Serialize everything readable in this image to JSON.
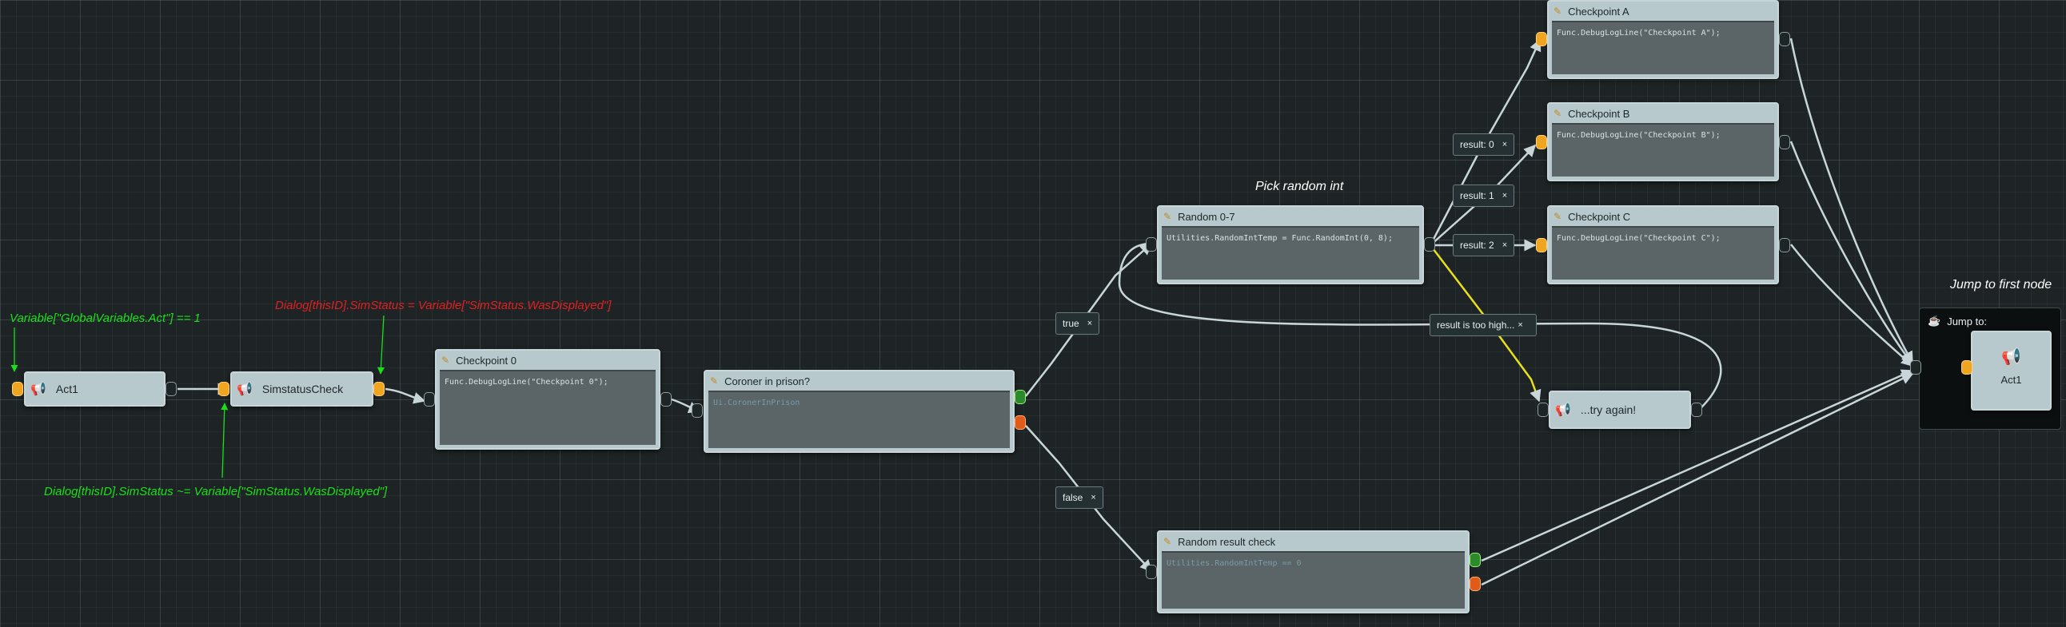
{
  "annotations": {
    "act_condition": "Variable[\"GlobalVariables.Act\"] == 1",
    "sim_status_set": "Dialog[thisID].SimStatus = Variable[\"SimStatus.WasDisplayed\"]",
    "sim_status_check": "Dialog[thisID].SimStatus ~= Variable[\"SimStatus.WasDisplayed\"]",
    "pick_random": "Pick random int",
    "jump_first": "Jump to first node"
  },
  "nodes": {
    "act1": {
      "title": "Act1"
    },
    "simstatus": {
      "title": "SimstatusCheck"
    },
    "checkpoint0": {
      "title": "Checkpoint 0",
      "code": "Func.DebugLogLine(\"Checkpoint 0\");"
    },
    "coroner": {
      "title": "Coroner in prison?",
      "code": "Ui.CoronerInPrison"
    },
    "random07": {
      "title": "Random 0-7",
      "code": "Utilities.RandomIntTemp = Func.RandomInt(0, 8);"
    },
    "random_check": {
      "title": "Random result check",
      "code": "Utilities.RandomIntTemp == 0"
    },
    "checkpointA": {
      "title": "Checkpoint A",
      "code": "Func.DebugLogLine(\"Checkpoint A\");"
    },
    "checkpointB": {
      "title": "Checkpoint B",
      "code": "Func.DebugLogLine(\"Checkpoint B\");"
    },
    "checkpointC": {
      "title": "Checkpoint C",
      "code": "Func.DebugLogLine(\"Checkpoint C\");"
    },
    "try_again": {
      "title": "...try again!"
    },
    "jump": {
      "title": "Jump to:",
      "target": "Act1"
    }
  },
  "conditions": {
    "true_label": "true",
    "false_label": "false",
    "result0": "result: 0",
    "result1": "result: 1",
    "result2": "result: 2",
    "too_high": "result is too high..."
  },
  "close_glyph": "×",
  "colors": {
    "wire": "#c9d6d9",
    "wire_highlight": "#e8e01a",
    "port_input": "#f0a521",
    "port_true": "#2c8a2c",
    "port_false": "#e05a1a",
    "annotation_green": "#19e019",
    "annotation_red": "#e02020"
  }
}
